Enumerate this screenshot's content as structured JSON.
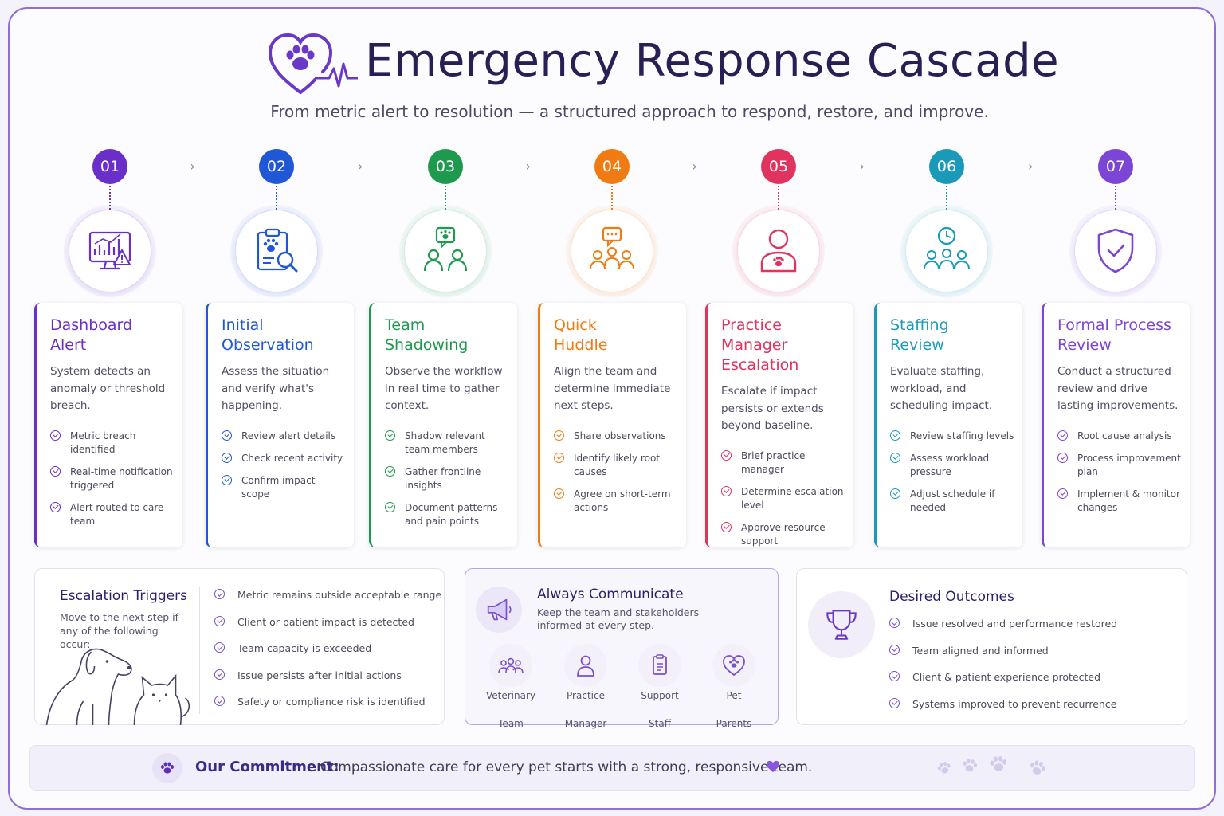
{
  "header": {
    "title": "Emergency Response Cascade",
    "subtitle": "From metric alert to resolution — a structured approach to respond, restore, and improve."
  },
  "steps": [
    {
      "num": "01",
      "color": "#6a2fc8",
      "title_line1": "Dashboard",
      "title_line2": "Alert",
      "icon": "dashboard-alert-icon",
      "desc": "System detects an anomaly or threshold breach.",
      "items": [
        "Metric breach identified",
        "Real-time notification triggered",
        "Alert routed to care team"
      ]
    },
    {
      "num": "02",
      "color": "#1f57d6",
      "title_line1": "Initial",
      "title_line2": "Observation",
      "icon": "clipboard-search-icon",
      "desc": "Assess the situation and verify what's happening.",
      "items": [
        "Review alert details",
        "Check recent activity",
        "Confirm impact scope"
      ]
    },
    {
      "num": "03",
      "color": "#1e9a4e",
      "title_line1": "Team",
      "title_line2": "Shadowing",
      "icon": "team-shadowing-icon",
      "desc": "Observe the workflow in real time to gather context.",
      "items": [
        "Shadow relevant team members",
        "Gather frontline insights",
        "Document patterns and pain points"
      ]
    },
    {
      "num": "04",
      "color": "#f07b12",
      "title_line1": "Quick",
      "title_line2": "Huddle",
      "icon": "huddle-icon",
      "desc": "Align the team and determine immediate next steps.",
      "items": [
        "Share observations",
        "Identify likely root causes",
        "Agree on short-term actions"
      ]
    },
    {
      "num": "05",
      "color": "#e0335e",
      "title_line1": "Practice Manager",
      "title_line2": "Escalation",
      "icon": "manager-icon",
      "desc": "Escalate if impact persists or extends beyond baseline.",
      "items": [
        "Brief practice manager",
        "Determine escalation level",
        "Approve resource support"
      ]
    },
    {
      "num": "06",
      "color": "#1a9ab8",
      "title_line1": "Staffing",
      "title_line2": "Review",
      "icon": "staffing-clock-icon",
      "desc": "Evaluate staffing, workload, and scheduling impact.",
      "items": [
        "Review staffing levels",
        "Assess workload pressure",
        "Adjust schedule if needed"
      ]
    },
    {
      "num": "07",
      "color": "#7d45d6",
      "title_line1": "Formal Process",
      "title_line2": "Review",
      "icon": "shield-check-icon",
      "desc": "Conduct a structured review and drive lasting improvements.",
      "items": [
        "Root cause analysis",
        "Process improvement plan",
        "Implement & monitor changes"
      ]
    }
  ],
  "triggers": {
    "title": "Escalation Triggers",
    "desc": "Move to the next step if any of the following occur:",
    "items": [
      "Metric remains outside acceptable range",
      "Client or patient impact is detected",
      "Team capacity is exceeded",
      "Issue persists after initial actions",
      "Safety or compliance risk is identified"
    ]
  },
  "communicate": {
    "title": "Always Communicate",
    "desc": "Keep the team and stakeholders informed at every step.",
    "audiences": [
      {
        "line1": "Veterinary",
        "line2": "Team"
      },
      {
        "line1": "Practice",
        "line2": "Manager"
      },
      {
        "line1": "Support",
        "line2": "Staff"
      },
      {
        "line1": "Pet",
        "line2": "Parents"
      }
    ]
  },
  "outcomes": {
    "title": "Desired Outcomes",
    "items": [
      "Issue resolved and performance restored",
      "Team aligned and informed",
      "Client & patient experience protected",
      "Systems improved to prevent recurrence"
    ]
  },
  "footer": {
    "label": "Our Commitment:",
    "text": "Compassionate care for every pet starts with a strong, responsive team."
  },
  "colors": {
    "brand": "#7a4fd0",
    "title": "#2a1f55"
  }
}
